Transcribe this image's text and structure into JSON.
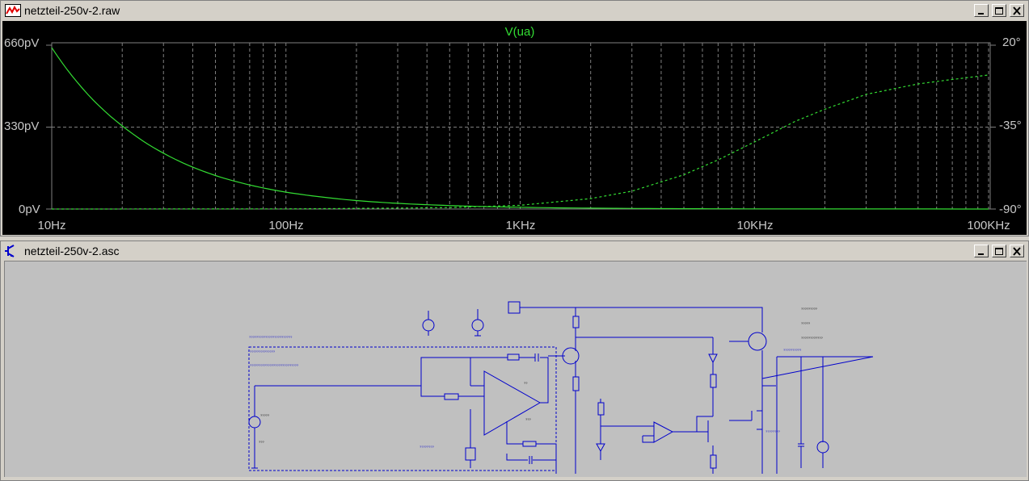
{
  "plot_window": {
    "title": "netzteil-250v-2.raw",
    "trace_label": "V(ua)",
    "left_axis": [
      "660pV",
      "330pV",
      "0pV"
    ],
    "right_axis": [
      "20°",
      "-35°",
      "-90°"
    ],
    "x_axis": [
      "10Hz",
      "100Hz",
      "1KHz",
      "10KHz",
      "100KHz"
    ],
    "colors": {
      "background": "#000000",
      "trace": "#33dd33",
      "grid": "#808080",
      "axis_text": "#c8c8c8"
    }
  },
  "schematic_window": {
    "title": "netzteil-250v-2.asc",
    "colors": {
      "background": "#c0c0c0",
      "wire": "#0000cc"
    }
  },
  "chart_data": {
    "type": "line",
    "title": "V(ua)",
    "xlabel": "",
    "ylabel": "",
    "x_scale": "log",
    "xlim": [
      10,
      100000
    ],
    "ylim": [
      0,
      660
    ],
    "y_unit": "pV",
    "y2lim": [
      -90,
      20
    ],
    "y2_unit": "°",
    "grid": true,
    "series": [
      {
        "name": "V(ua)",
        "axis": "left",
        "style": "solid",
        "x": [
          10,
          15,
          20,
          30,
          50,
          70,
          100,
          150,
          200,
          300,
          500,
          700,
          1000,
          2000,
          5000,
          10000,
          100000
        ],
        "values": [
          650,
          440,
          335,
          225,
          135,
          97,
          68,
          46,
          34,
          23,
          14,
          10,
          7,
          3.5,
          1.4,
          0.7,
          0.1
        ]
      },
      {
        "name": "V(ua)",
        "axis": "right",
        "style": "dashed",
        "x": [
          10,
          100,
          300,
          500,
          1000,
          2000,
          3000,
          5000,
          7000,
          10000,
          15000,
          20000,
          30000,
          50000,
          70000,
          100000
        ],
        "values": [
          -90,
          -89.9,
          -89.4,
          -89,
          -87.5,
          -83,
          -78,
          -67,
          -57,
          -45,
          -31,
          -23,
          -13,
          -6,
          -3,
          0
        ]
      }
    ]
  }
}
